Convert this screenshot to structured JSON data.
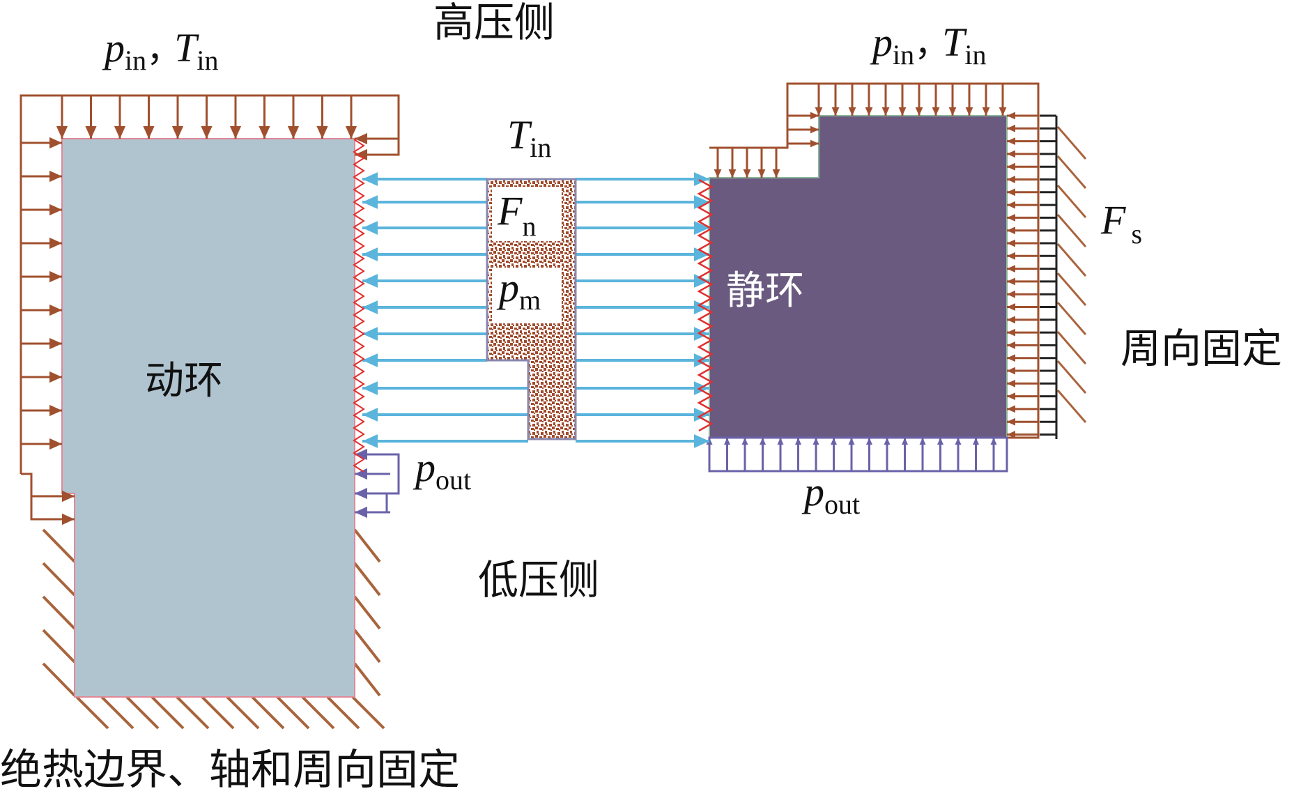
{
  "labels": {
    "high_pressure_side": "高压侧",
    "low_pressure_side": "低压侧",
    "rotating_ring": "动环",
    "stationary_ring": "静环",
    "rotor_bottom_bc": "绝热边界、轴和周向固定",
    "stator_right_bc": "周向固定"
  },
  "symbols": {
    "left_inlet": {
      "p": "p",
      "p_sub": "in",
      "sep": "，",
      "T": "T",
      "T_sub": "in"
    },
    "right_inlet": {
      "p": "p",
      "p_sub": "in",
      "sep": "，",
      "T": "T",
      "T_sub": "in"
    },
    "gap_temperature": {
      "T": "T",
      "T_sub": "in"
    },
    "normal_force": {
      "F": "F",
      "F_sub": "n"
    },
    "film_pressure": {
      "p": "p",
      "p_sub": "m"
    },
    "left_outlet": {
      "p": "p",
      "p_sub": "out"
    },
    "right_outlet": {
      "p": "p",
      "p_sub": "out"
    },
    "spring_force": {
      "F": "F",
      "F_sub": "s"
    }
  },
  "colors": {
    "rotating_ring_fill": "#b0c4d0",
    "stationary_ring_fill": "#6a5a80",
    "inlet_pressure": "#a0502e",
    "outlet_pressure": "#6a62a8",
    "heat_flux": "#5ab4dc",
    "contact_zigzag": "#e03030",
    "fixed_hatch": "#a8643c",
    "spring": "#222222",
    "seal_texture": "#a04a2c"
  }
}
